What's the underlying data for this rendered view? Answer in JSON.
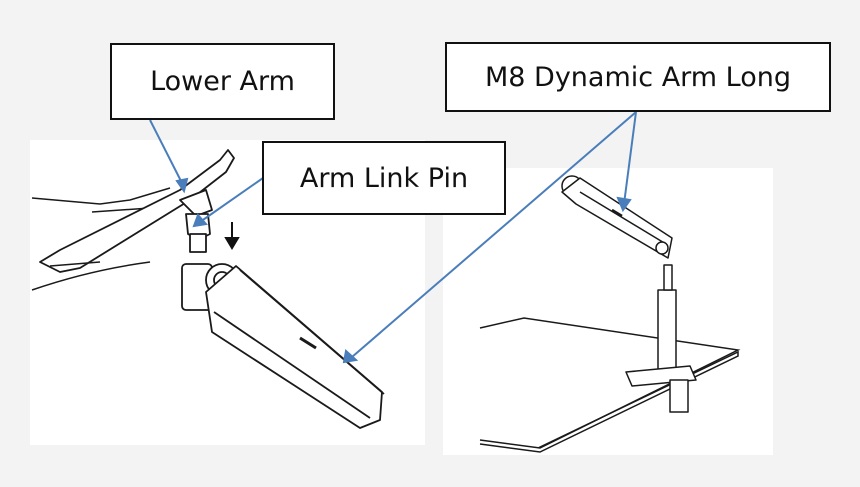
{
  "callouts": {
    "lower_arm": "Lower Arm",
    "arm_link_pin": "Arm Link Pin",
    "m8_dynamic_arm_long": "M8 Dynamic Arm Long"
  },
  "colors": {
    "leader_line": "#4a7ebb",
    "drawing_line": "#1a1a1a",
    "background": "#f3f3f3"
  }
}
